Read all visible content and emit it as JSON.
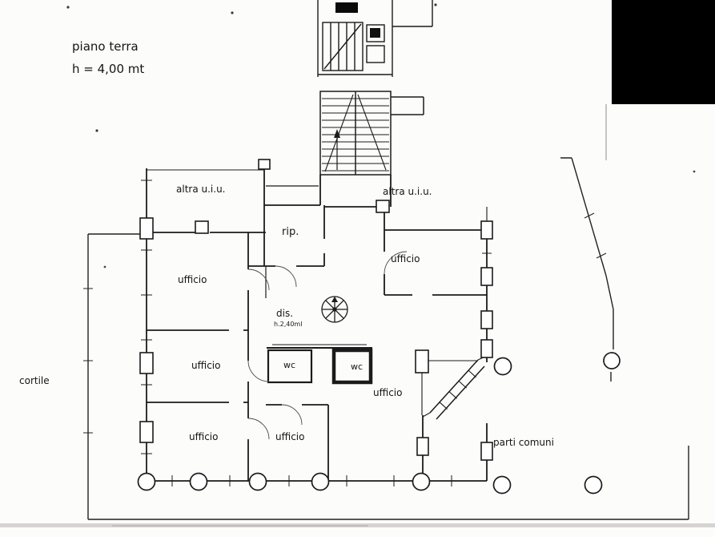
{
  "header": {
    "title": "piano terra",
    "height_note": "h = 4,00 mt"
  },
  "labels": {
    "altra_uiu_left": "altra u.i.u.",
    "altra_uiu_right": "altra u.i.u.",
    "rip": "rip.",
    "ufficio_top_right": "ufficio",
    "ufficio_left_top": "ufficio",
    "dis": "dis.",
    "dis_height": "h.2,40ml",
    "ufficio_left_mid": "ufficio",
    "wc_left": "wc",
    "wc_right": "wc",
    "cortile": "cortile",
    "ufficio_center": "ufficio",
    "ufficio_left_bottom": "ufficio",
    "ufficio_bottom_mid": "ufficio",
    "parti_comuni": "parti comuni"
  }
}
